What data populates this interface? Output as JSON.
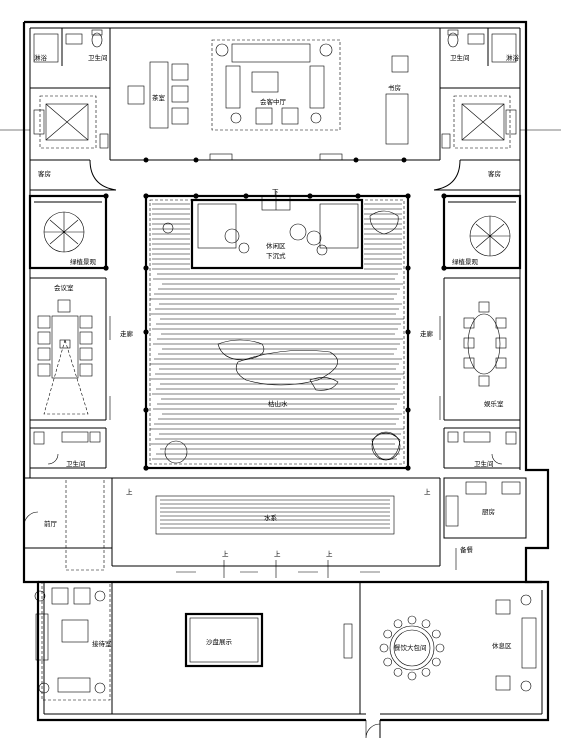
{
  "labels": {
    "shower_left": "淋浴",
    "toilet_left": "卫生间",
    "toilet_right_top": "卫生间",
    "shower_right": "淋浴",
    "tea_room": "茶室",
    "reception_hall": "会客中厅",
    "study": "书房",
    "guest_left": "客房",
    "guest_right": "客房",
    "green_left": "绿植景观",
    "green_right": "绿植景观",
    "down": "下",
    "lounge": "休闲区",
    "sunken": "下沉式",
    "meeting": "会议室",
    "corridor_left": "走廊",
    "corridor_right": "走廊",
    "dry_landscape": "枯山水",
    "entertainment": "娱乐室",
    "wc_left": "卫生间",
    "wc_right": "卫生间",
    "up_left": "上",
    "up_right": "上",
    "front_hall": "前厅",
    "water_feature": "水系",
    "kitchen": "厨房",
    "pantry": "备餐",
    "up_1": "上",
    "up_2": "上",
    "up_3": "上",
    "reception": "接待室",
    "sand_table": "沙盘展示",
    "dining": "餐饮大包间",
    "rest_area": "休息区"
  }
}
